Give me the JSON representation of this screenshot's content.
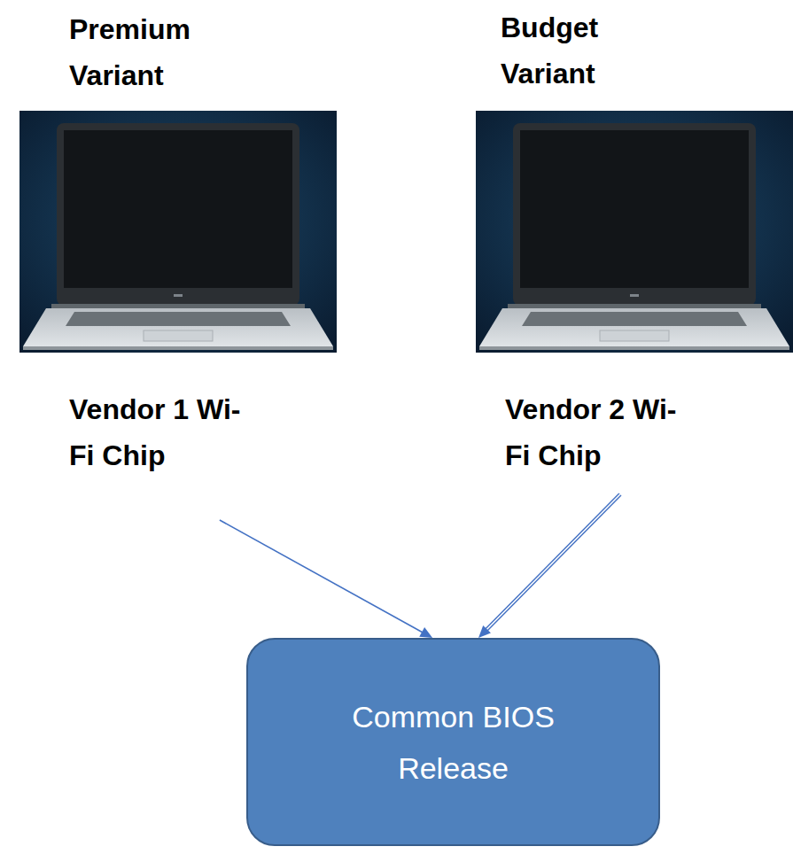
{
  "diagram": {
    "nodes": [
      {
        "text": [
          "Premium Variant",
          "Vendor 1 Wi-Fi Chip"
        ]
      },
      {
        "text": [
          "Budget Variant",
          "Vendor 2 Wi-Fi Chip"
        ]
      },
      {
        "text": [
          "Common BIOS Release"
        ]
      }
    ],
    "edges": [
      {
        "from": 0,
        "to": 2,
        "arrow": "to"
      },
      {
        "from": 1,
        "to": 2,
        "arrow": "to"
      }
    ]
  }
}
